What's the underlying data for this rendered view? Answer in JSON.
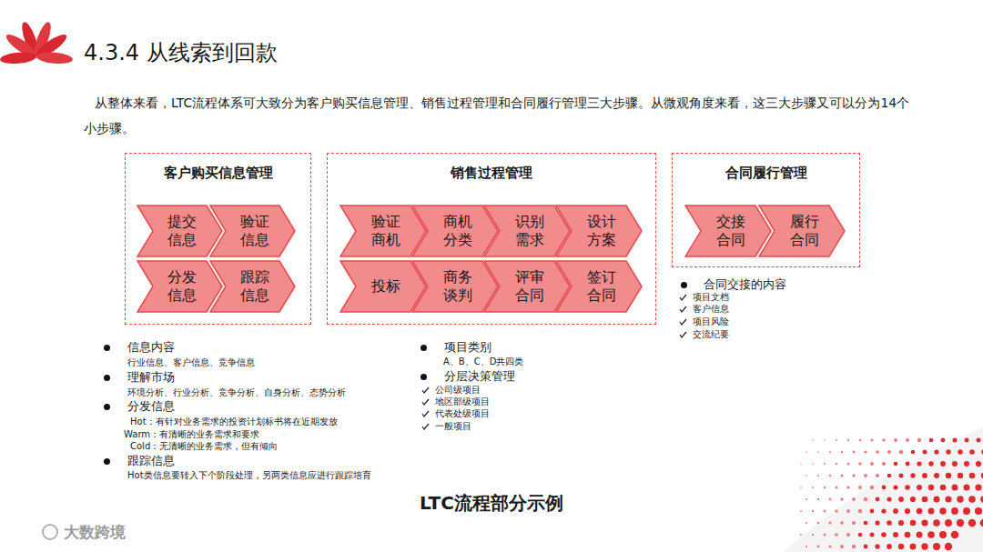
{
  "diagram": {
    "title": "4.3.4 从线索到回款",
    "caption": "LTC流程部分示例",
    "nodes": [
      {
        "text": [
          "客户购买信息管理"
        ]
      },
      {
        "text": [
          "提交 信息"
        ],
        "in": 0
      },
      {
        "text": [
          "验证 信息"
        ],
        "in": 0
      },
      {
        "text": [
          "分发 信息"
        ],
        "in": 0
      },
      {
        "text": [
          "跟踪 信息"
        ],
        "in": 0
      },
      {
        "text": [
          "销售过程管理"
        ]
      },
      {
        "text": [
          "验证 商机"
        ],
        "in": 5
      },
      {
        "text": [
          "商机 分类"
        ],
        "in": 5
      },
      {
        "text": [
          "识别 需求"
        ],
        "in": 5
      },
      {
        "text": [
          "设计 方案"
        ],
        "in": 5
      },
      {
        "text": [
          "投标"
        ],
        "in": 5
      },
      {
        "text": [
          "商务 谈判"
        ],
        "in": 5
      },
      {
        "text": [
          "评审 合同"
        ],
        "in": 5
      },
      {
        "text": [
          "签订 合同"
        ],
        "in": 5
      },
      {
        "text": [
          "合同履行管理"
        ]
      },
      {
        "text": [
          "交接 合同"
        ],
        "in": 14
      },
      {
        "text": [
          "履行 合同"
        ],
        "in": 14
      }
    ],
    "labels": [
      "从整体来看，LTC流程体系可大致分为客户购买信息管理、销售过程管理和合同履行管理三大步骤。从微观角度来看，这三大步骤又可以分为14个小步骤。",
      "信息内容",
      "行业信息、客户信息、竞争信息",
      "理解市场",
      "环境分析、行业分析、竞争分析、自身分析、态势分析",
      "分发信息",
      "Hot：有针对业务需求的投资计划标书将在近期发放",
      "Warm：有清晰的业务需求和要求",
      "Cold：无清晰的业务需求，但有倾向",
      "跟踪信息",
      "Hot类信息要转入下个阶段处理，另两类信息应进行跟踪培育",
      "项目类别",
      "A、B、C、D共四类",
      "分层决策管理",
      "公司级项目",
      "地区部级项目",
      "代表处级项目",
      "一般项目",
      "合同交接的内容",
      "项目文档",
      "客户信息",
      "项目风险",
      "交流纪要",
      "大数跨境"
    ]
  }
}
